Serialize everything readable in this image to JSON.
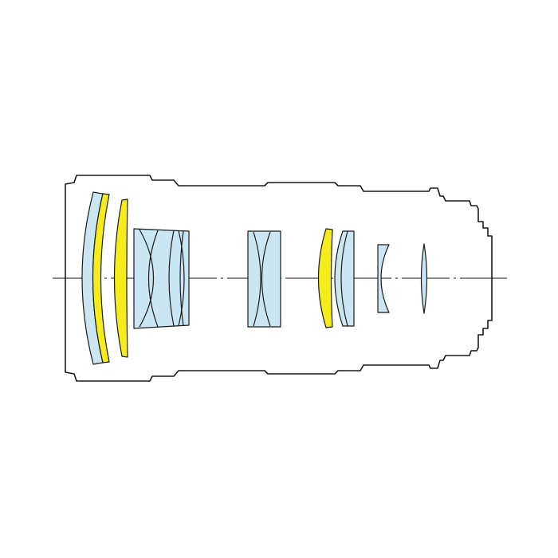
{
  "diagram": {
    "colors": {
      "background": "#ffffff",
      "outline": "#1a1a1a",
      "standard_glass": "#c9e6f2",
      "special_glass": "#f5ec1a"
    },
    "elements": [
      {
        "id": "front-meniscus",
        "glass": "standard_glass"
      },
      {
        "id": "front-special-1",
        "glass": "special_glass"
      },
      {
        "id": "front-special-2",
        "glass": "special_glass"
      },
      {
        "id": "group2-cemented",
        "glass": "standard_glass"
      },
      {
        "id": "group3-cemented",
        "glass": "standard_glass"
      },
      {
        "id": "group4-special",
        "glass": "special_glass"
      },
      {
        "id": "group4-meniscus",
        "glass": "standard_glass"
      },
      {
        "id": "group5-concave",
        "glass": "standard_glass"
      },
      {
        "id": "rear-biconvex",
        "glass": "standard_glass"
      }
    ]
  }
}
